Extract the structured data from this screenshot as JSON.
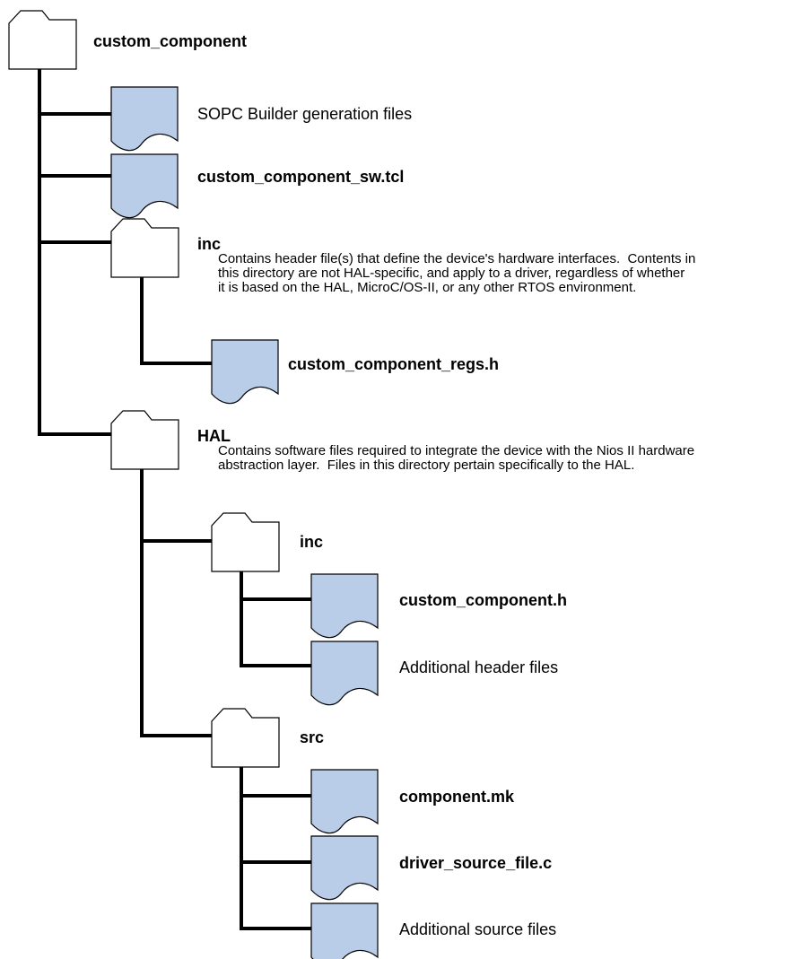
{
  "colors": {
    "line": "#000000",
    "file_fill": "#b9cde9",
    "folder_fill": "#ffffff"
  },
  "nodes": {
    "root": {
      "name": "custom_component",
      "icon": "folder-icon"
    },
    "sopc": {
      "name": "SOPC Builder generation files",
      "icon": "file-icon"
    },
    "sw_tcl": {
      "name": "custom_component_sw.tcl",
      "icon": "file-icon"
    },
    "inc": {
      "name": "inc",
      "icon": "folder-icon",
      "description": "Contains header file(s) that define the device's hardware interfaces.  Contents in\nthis directory are not HAL-specific, and apply to a driver, regardless of whether\nit is based on the HAL, MicroC/OS-II, or any other RTOS environment."
    },
    "regs_h": {
      "name": "custom_component_regs.h",
      "icon": "file-icon"
    },
    "hal": {
      "name": "HAL",
      "icon": "folder-icon",
      "description": "Contains software files required to integrate the device with the Nios II hardware\nabstraction layer.  Files in this directory pertain specifically to the HAL."
    },
    "hal_inc": {
      "name": "inc",
      "icon": "folder-icon"
    },
    "comp_h": {
      "name": "custom_component.h",
      "icon": "file-icon"
    },
    "add_headers": {
      "name": "Additional header files",
      "icon": "file-icon"
    },
    "hal_src": {
      "name": "src",
      "icon": "folder-icon"
    },
    "component_mk": {
      "name": "component.mk",
      "icon": "file-icon"
    },
    "driver_c": {
      "name": "driver_source_file.c",
      "icon": "file-icon"
    },
    "add_sources": {
      "name": "Additional source files",
      "icon": "file-icon"
    }
  }
}
